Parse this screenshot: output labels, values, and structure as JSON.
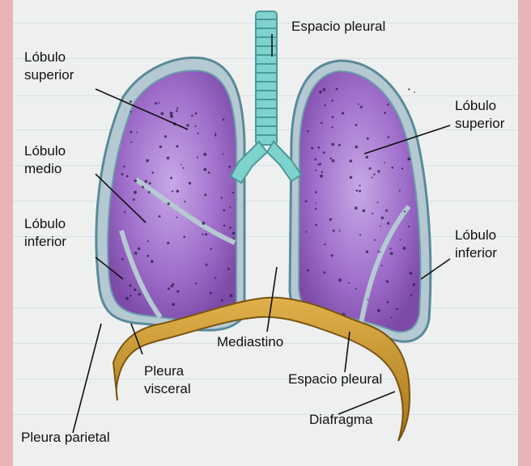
{
  "colors": {
    "outer_frame": "#e8b4b8",
    "page_background": "#eef0f0",
    "lung_fill": "#a070cc",
    "lung_outline": "#5a8a9a",
    "pleura_layer": "#b5c9d2",
    "trachea": "#7fd3cf",
    "diaphragm": "#c8921e"
  },
  "labels": {
    "left_superior": [
      "Lóbulo",
      "superior"
    ],
    "left_medio": [
      "Lóbulo",
      "medio"
    ],
    "left_inferior": [
      "Lóbulo",
      "inferior"
    ],
    "espacio_pleural_top": "Espacio pleural",
    "right_superior": [
      "Lóbulo",
      "superior"
    ],
    "right_inferior": [
      "Lóbulo",
      "inferior"
    ],
    "mediastino": "Mediastino",
    "pleura_visceral": [
      "Pleura",
      "visceral"
    ],
    "espacio_pleural_bottom": "Espacio pleural",
    "diafragma": "Diafragma",
    "pleura_parietal": "Pleura parietal"
  }
}
